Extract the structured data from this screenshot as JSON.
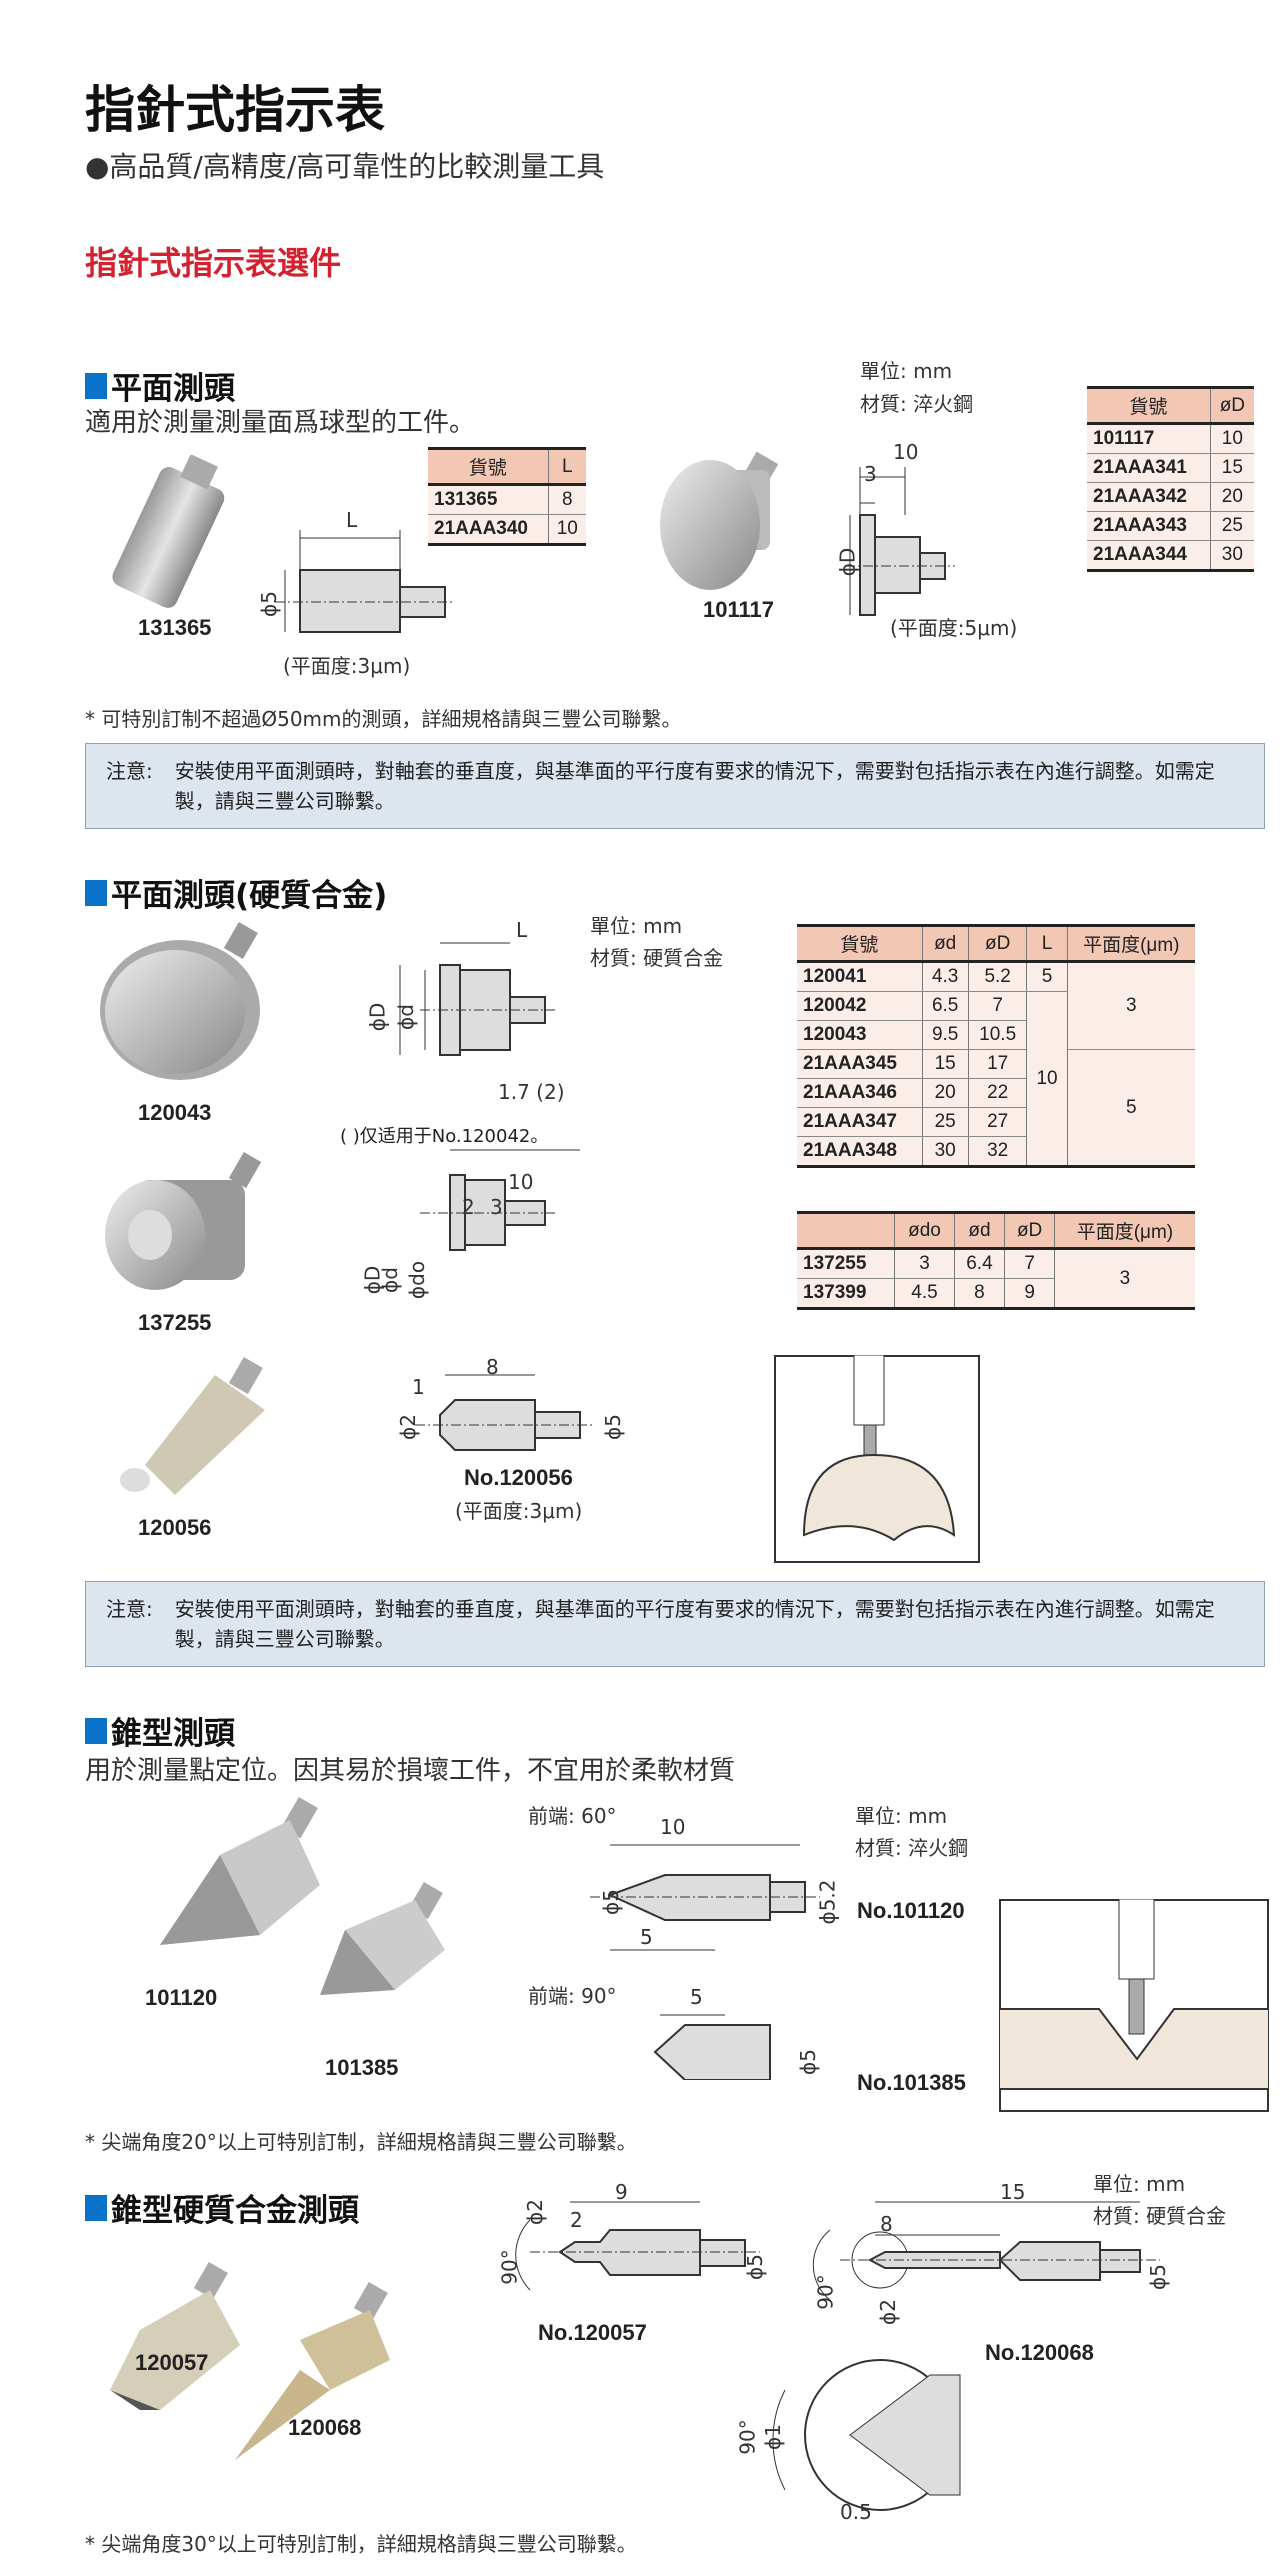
{
  "title": "指針式指示表",
  "subtitle": "●高品質/高精度/高可靠性的比較測量工具",
  "section_title": "指針式指示表選件",
  "flat": {
    "heading": "平面測頭",
    "desc": "適用於測量測量面爲球型的工件。",
    "unit": "單位: mm",
    "material": "材質: 淬火鋼",
    "table1": {
      "headers": [
        "貨號",
        "L"
      ],
      "rows": [
        [
          "131365",
          "8"
        ],
        [
          "21AAA340",
          "10"
        ]
      ]
    },
    "table2": {
      "headers": [
        "貨號",
        "øD"
      ],
      "rows": [
        [
          "101117",
          "10"
        ],
        [
          "21AAA341",
          "15"
        ],
        [
          "21AAA342",
          "20"
        ],
        [
          "21AAA343",
          "25"
        ],
        [
          "21AAA344",
          "30"
        ]
      ]
    },
    "label_a": "131365",
    "label_b": "101117",
    "dim_L": "L",
    "dim_phi5": "ϕ5",
    "flat_a": "(平面度:3μm)",
    "dim_10": "10",
    "dim_3": "3",
    "dim_phiD": "ϕD",
    "flat_b": "(平面度:5μm)",
    "footnote": "* 可特別訂制不超過Ø50mm的測頭，詳細規格請與三豐公司聯繫。",
    "notice_label": "注意:",
    "notice_text": "安裝使用平面測頭時，對軸套的垂直度，與基準面的平行度有要求的情況下，需要對包括指示表在內進行調整。如需定製，請與三豐公司聯繫。"
  },
  "carbide": {
    "heading": "平面測頭(硬質合金)",
    "unit": "單位: mm",
    "material": "材質: 硬質合金",
    "table1": {
      "headers": [
        "貨號",
        "ød",
        "øD",
        "L",
        "平面度(μm)"
      ],
      "rows": [
        [
          "120041",
          "4.3",
          "5.2"
        ],
        [
          "120042",
          "6.5",
          "7"
        ],
        [
          "120043",
          "9.5",
          "10.5"
        ],
        [
          "21AAA345",
          "15",
          "17"
        ],
        [
          "21AAA346",
          "20",
          "22"
        ],
        [
          "21AAA347",
          "25",
          "27"
        ],
        [
          "21AAA348",
          "30",
          "32"
        ]
      ],
      "L_values": [
        "5",
        "10"
      ],
      "flatness": [
        "3",
        "5"
      ]
    },
    "table2": {
      "headers": [
        "",
        "ødo",
        "ød",
        "øD",
        "平面度(μm)"
      ],
      "rows": [
        [
          "137255",
          "3",
          "6.4",
          "7"
        ],
        [
          "137399",
          "4.5",
          "8",
          "9"
        ]
      ],
      "flatness": "3"
    },
    "labels": [
      "120043",
      "137255",
      "120056"
    ],
    "dim_L": "L",
    "dim_phiD": "ϕD",
    "dim_phid": "ϕd",
    "dim_17": "1.7 (2)",
    "only_note": "( )仅适用于No.120042。",
    "dim_10": "10",
    "dim_2": "2",
    "dim_3": "3",
    "dim_phido": "ϕdo",
    "dim_8": "8",
    "dim_1": "1",
    "dim_phi2": "ϕ2",
    "dim_phi5": "ϕ5",
    "no_120056": "No.120056",
    "flat_120056": "(平面度:3μm)",
    "notice_label": "注意:",
    "notice_text": "安裝使用平面測頭時，對軸套的垂直度，與基準面的平行度有要求的情況下，需要對包括指示表在內進行調整。如需定製，請與三豐公司聯繫。"
  },
  "cone": {
    "heading": "錐型測頭",
    "desc": "用於測量點定位。因其易於損壞工件，不宜用於柔軟材質",
    "tip60": "前端: 60°",
    "tip90": "前端: 90°",
    "unit": "單位: mm",
    "material": "材質: 淬火鋼",
    "dim_10": "10",
    "dim_5": "5",
    "dim_phi5": "ϕ5",
    "dim_phi52": "ϕ5.2",
    "no_a": "No.101120",
    "no_b": "No.101385",
    "labels": [
      "101120",
      "101385"
    ],
    "footnote": "* 尖端角度20°以上可特別訂制，詳細規格請與三豐公司聯繫。"
  },
  "cone_carbide": {
    "heading": "錐型硬質合金測頭",
    "unit": "單位: mm",
    "material": "材質: 硬質合金",
    "dim_9": "9",
    "dim_2": "2",
    "dim_phi2": "ϕ2",
    "dim_90": "90°",
    "dim_phi5": "ϕ5",
    "dim_15": "15",
    "dim_8": "8",
    "dim_phi1": "ϕ1",
    "dim_05": "0.5",
    "no_a": "No.120057",
    "no_b": "No.120068",
    "labels": [
      "120057",
      "120068"
    ],
    "footnote": "* 尖端角度30°以上可特別訂制，詳細規格請與三豐公司聯繫。"
  }
}
